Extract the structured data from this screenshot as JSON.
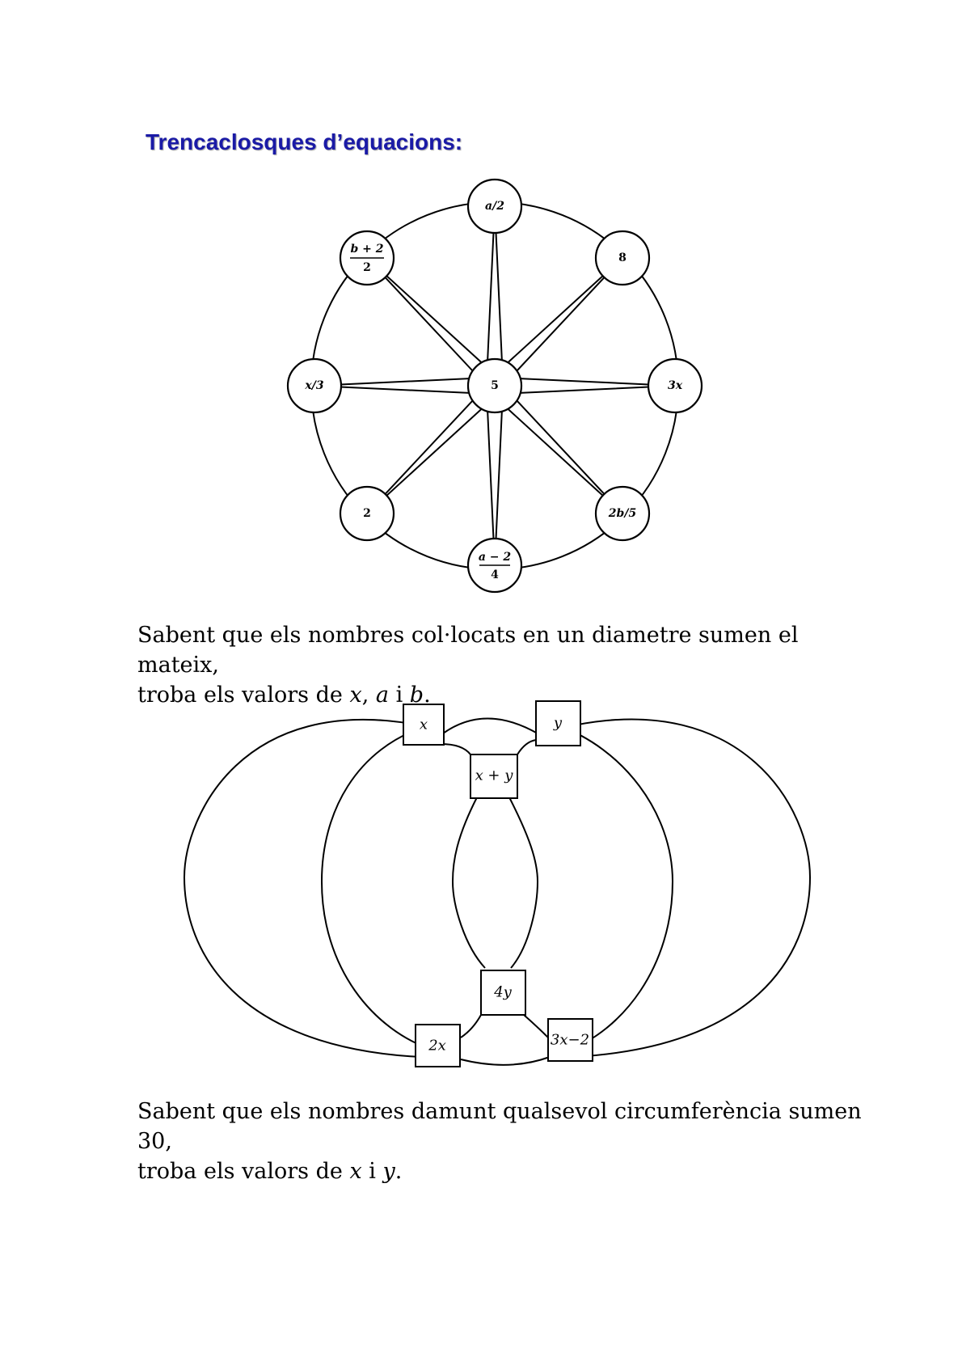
{
  "title": "Trencaclosques d’equacions:",
  "puzzle1": {
    "center": "5",
    "nodes": [
      {
        "id": "top",
        "label": "a/2"
      },
      {
        "id": "top-right",
        "label": "8"
      },
      {
        "id": "right",
        "label": "3x"
      },
      {
        "id": "bottom-right",
        "label": "2b/5"
      },
      {
        "id": "bottom",
        "num": "a − 2",
        "den": "4"
      },
      {
        "id": "bottom-left",
        "label": "2"
      },
      {
        "id": "left",
        "label": "x/3"
      },
      {
        "id": "top-left",
        "num": "b + 2",
        "den": "2"
      }
    ],
    "instruction_line1": "Sabent que els nombres col·locats en un diametre sumen el mateix,",
    "instruction_line2_prefix": "troba els valors de ",
    "var_x": "x",
    "sep_comma": ", ",
    "var_a": "a",
    "sep_i": " i ",
    "var_b": "b",
    "end": "."
  },
  "puzzle2": {
    "boxes": {
      "top_left": "x",
      "top_right": "y",
      "top_center": "x + y",
      "bottom_center": "4y",
      "bottom_left": "2x",
      "bottom_right": "3x−2"
    },
    "instruction_line1": "Sabent que els nombres damunt qualsevol circumferència sumen 30,",
    "instruction_line2_prefix": "troba els valors de ",
    "var_x": "x",
    "sep_i": " i ",
    "var_y": "y",
    "end": "."
  }
}
